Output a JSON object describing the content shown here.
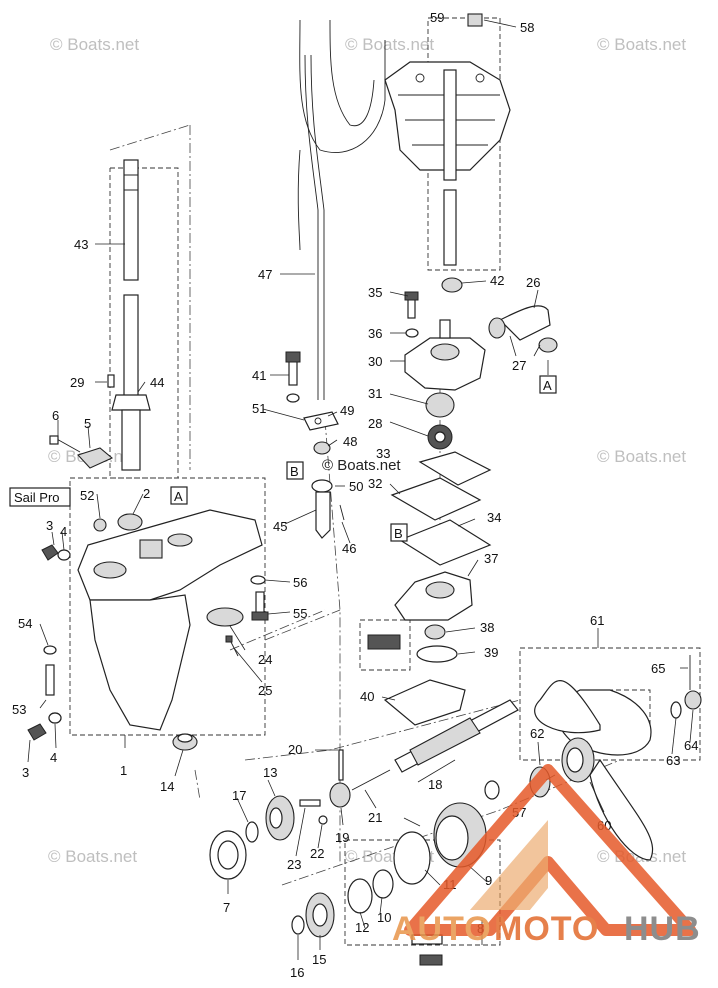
{
  "watermark": "© Boats.net",
  "inline_watermark": "© Boats.net",
  "callout_label": "Sail Pro",
  "ref_markers": {
    "a": "A",
    "b": "B"
  },
  "logo": {
    "part1": "AUTO",
    "part2": "MOTO",
    "part3": "HUB"
  },
  "part_numbers": {
    "n1": "1",
    "n2": "2",
    "n3a": "3",
    "n3b": "3",
    "n4a": "4",
    "n4b": "4",
    "n5": "5",
    "n6": "6",
    "n7": "7",
    "n8": "8",
    "n9": "9",
    "n10": "10",
    "n11": "11",
    "n12": "12",
    "n13": "13",
    "n14": "14",
    "n15": "15",
    "n16": "16",
    "n17": "17",
    "n18": "18",
    "n19": "19",
    "n20": "20",
    "n21": "21",
    "n22": "22",
    "n23": "23",
    "n24": "24",
    "n25": "25",
    "n26": "26",
    "n27": "27",
    "n28": "28",
    "n29": "29",
    "n30": "30",
    "n31": "31",
    "n32": "32",
    "n33": "33",
    "n34": "34",
    "n35": "35",
    "n36": "36",
    "n37": "37",
    "n38": "38",
    "n39": "39",
    "n40": "40",
    "n41": "41",
    "n42": "42",
    "n43": "43",
    "n44": "44",
    "n45": "45",
    "n46": "46",
    "n47": "47",
    "n48": "48",
    "n49": "49",
    "n50": "50",
    "n51": "51",
    "n52": "52",
    "n53": "53",
    "n54": "54",
    "n55": "55",
    "n56": "56",
    "n57": "57",
    "n58": "58",
    "n59": "59",
    "n60": "60",
    "n61": "61",
    "n62": "62",
    "n63": "63",
    "n64": "64",
    "n65": "65"
  }
}
